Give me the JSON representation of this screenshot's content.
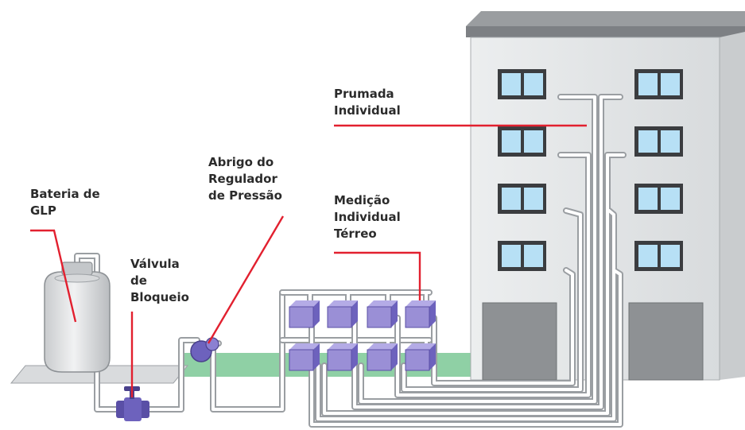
{
  "labels": {
    "bateria": [
      "Bateria de",
      "GLP"
    ],
    "valvula": [
      "Válvula",
      "de",
      "Bloqueio"
    ],
    "abrigo": [
      "Abrigo do",
      "Regulador",
      "de Pressão"
    ],
    "medicao": [
      "Medição",
      "Individual",
      "Térreo"
    ],
    "prumada": [
      "Prumada",
      "Individual"
    ]
  },
  "colors": {
    "leader_line": "#e2202f",
    "pipe": "#c8cccf",
    "ground_strip": "#8fd0a5",
    "meter": "#9a8fd6",
    "valve": "#5a4fa6",
    "building_wall": "#e3e5e7",
    "window_glass": "#b7e0f5"
  }
}
